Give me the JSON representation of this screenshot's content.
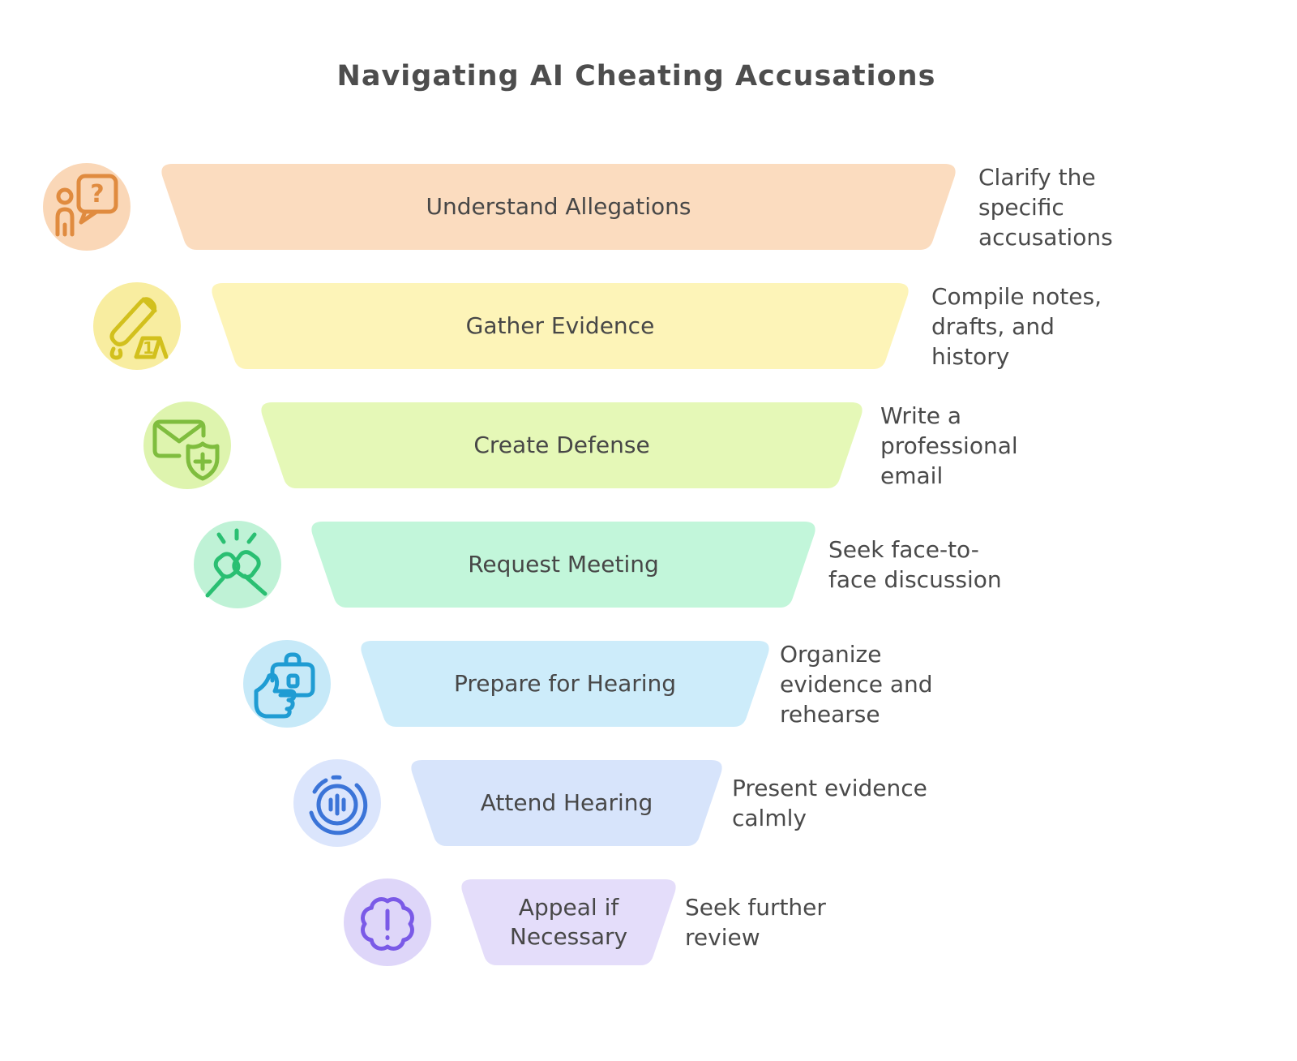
{
  "title": "Navigating AI Cheating Accusations",
  "colors": {
    "background": "#ffffff",
    "title_text": "#4d4d4d",
    "body_text": "#4a4a4a"
  },
  "icon_glyphs": {
    "question": "?",
    "evidence_marker": "1"
  },
  "steps": [
    {
      "label": "Understand Allegations",
      "description": "Clarify the specific accusations",
      "desc_lines": [
        "Clarify the",
        "specific",
        "accusations"
      ],
      "bar_color": "#fbdcbf",
      "icon_bg": "#fad7b7",
      "icon_color": "#e08b3f",
      "icon": "person-question-icon"
    },
    {
      "label": "Gather Evidence",
      "description": "Compile notes, drafts, and history",
      "desc_lines": [
        "Compile notes,",
        "drafts, and",
        "history"
      ],
      "bar_color": "#fdf4b8",
      "icon_bg": "#f8eda0",
      "icon_color": "#d2c01d",
      "icon": "evidence-knife-icon"
    },
    {
      "label": "Create Defense",
      "description": "Write a professional email",
      "desc_lines": [
        "Write a",
        "professional",
        "email"
      ],
      "bar_color": "#e5f8b7",
      "icon_bg": "#def4ae",
      "icon_color": "#7fbd3e",
      "icon": "mail-shield-icon"
    },
    {
      "label": "Request Meeting",
      "description": "Seek face-to-face discussion",
      "desc_lines": [
        "Seek face-to-",
        "face discussion"
      ],
      "bar_color": "#c2f6da",
      "icon_bg": "#bff2d6",
      "icon_color": "#2abf72",
      "icon": "fist-bump-icon"
    },
    {
      "label": "Prepare for Hearing",
      "description": "Organize evidence and rehearse",
      "desc_lines": [
        "Organize",
        "evidence and",
        "rehearse"
      ],
      "bar_color": "#cdecfa",
      "icon_bg": "#c6e9f8",
      "icon_color": "#1f9cd3",
      "icon": "briefcase-thumbs-up-icon"
    },
    {
      "label": "Attend Hearing",
      "description": "Present evidence calmly",
      "desc_lines": [
        "Present evidence",
        "calmly"
      ],
      "bar_color": "#d7e4fb",
      "icon_bg": "#dbe5fc",
      "icon_color": "#3b74d8",
      "icon": "voice-circle-icon"
    },
    {
      "label": "Appeal if Necessary",
      "description": "Seek further review",
      "desc_lines": [
        "Seek further",
        "review"
      ],
      "bar_color": "#e4ddfa",
      "icon_bg": "#ded6f9",
      "icon_color": "#7a5ae7",
      "icon": "alert-badge-icon"
    }
  ]
}
